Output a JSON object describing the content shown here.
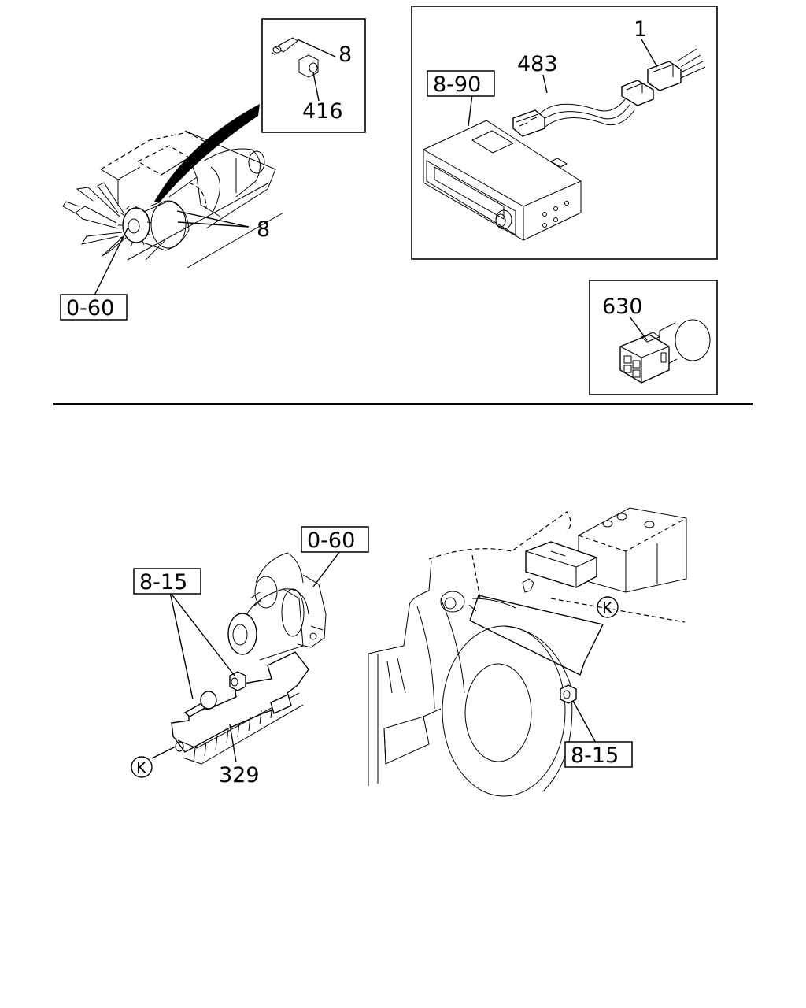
{
  "labels": {
    "inset_top_8": "8",
    "inset_416": "416",
    "engine_8": "8",
    "engine_ref_0_60": "0-60",
    "radio_ref_8_90": "8-90",
    "radio_483": "483",
    "radio_1": "1",
    "switch_630": "630",
    "starter_ref_0_60": "0-60",
    "starter_ref_8_15": "8-15",
    "starter_329": "329",
    "starter_k": "K",
    "chassis_k": "K",
    "chassis_ref_8_15": "8-15"
  }
}
